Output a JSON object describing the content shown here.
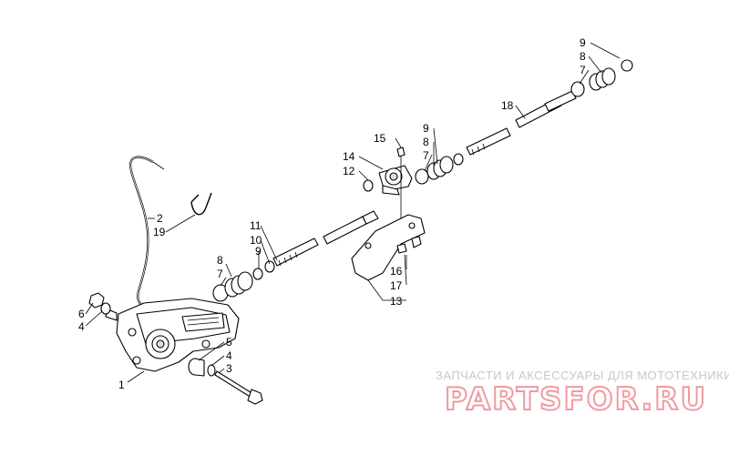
{
  "callouts": {
    "c1": "1",
    "c2": "2",
    "c19": "19",
    "c6": "6",
    "c4a": "4",
    "c8a": "8",
    "c7a": "7",
    "c11": "11",
    "c10": "10",
    "c9a": "9",
    "c5": "5",
    "c4b": "4",
    "c3": "3",
    "c15": "15",
    "c14": "14",
    "c12": "12",
    "c16": "16",
    "c17": "17",
    "c13": "13",
    "c9b": "9",
    "c8b": "8",
    "c7b": "7",
    "c18": "18",
    "c9c": "9",
    "c8c": "8",
    "c7c": "7"
  },
  "watermark": {
    "subtitle": "ЗАПЧАСТИ И АКСЕССУАРЫ ДЛЯ МОТОТЕХНИКИ",
    "logo": "PARTSFOR.RU"
  }
}
